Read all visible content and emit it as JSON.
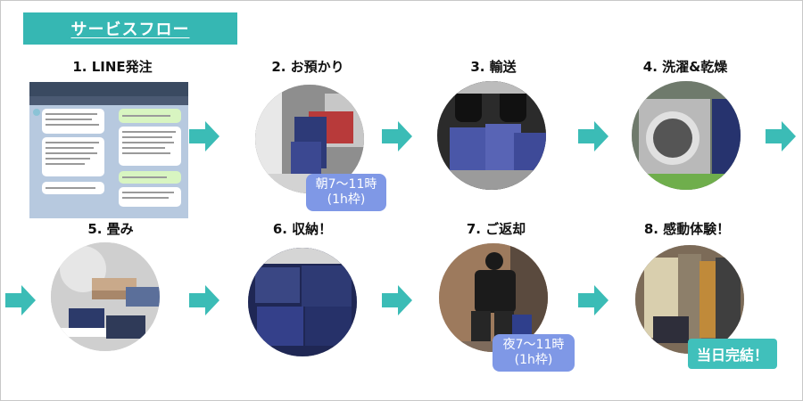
{
  "header": {
    "title": "サービスフロー"
  },
  "steps": [
    {
      "label": "1. LINE発注"
    },
    {
      "label": "2. お預かり",
      "badge": {
        "line1": "朝7～11時",
        "line2": "(1h枠)"
      }
    },
    {
      "label": "3. 輸送"
    },
    {
      "label": "4. 洗濯&乾燥"
    },
    {
      "label": "5. 畳み"
    },
    {
      "label": "6. 収納！"
    },
    {
      "label": "7. ご返却",
      "badge": {
        "line1": "夜7～11時",
        "line2": "(1h枠)"
      }
    },
    {
      "label": "8. 感動体験！"
    }
  ],
  "final_badge": "当日完結！",
  "colors": {
    "teal": "#36b7b3",
    "badge_blue": "#7f98e6",
    "arrow": "#3bbcb6"
  },
  "icons": {
    "arrow": "chevron-arrow-right-icon"
  }
}
